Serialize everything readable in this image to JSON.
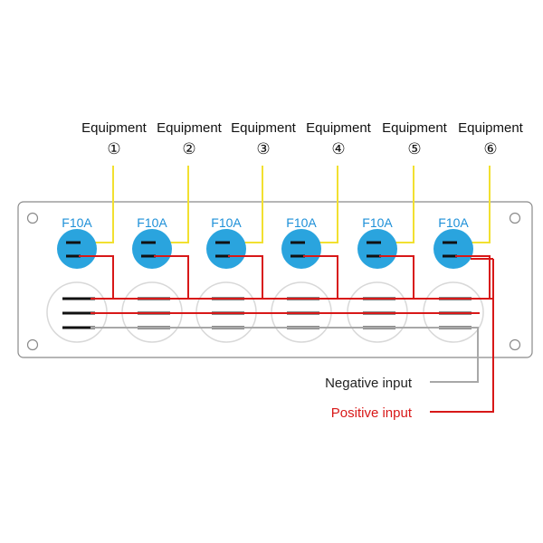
{
  "colors": {
    "panel_stroke": "#8a8a8a",
    "fuse_fill": "#2aa4de",
    "fuse_label": "#1e90d8",
    "equipment_wire": "#f2e030",
    "positive_wire": "#d81818",
    "negative_wire": "#a8a8a8",
    "pin": "#111111",
    "switch_ring": "#d8d8d8",
    "negative_text": "#222222",
    "positive_text": "#d81818"
  },
  "equipment": [
    {
      "label": "Equipment",
      "number": "①"
    },
    {
      "label": "Equipment",
      "number": "②"
    },
    {
      "label": "Equipment",
      "number": "③"
    },
    {
      "label": "Equipment",
      "number": "④"
    },
    {
      "label": "Equipment",
      "number": "⑤"
    },
    {
      "label": "Equipment",
      "number": "⑥"
    }
  ],
  "fuses": [
    {
      "label": "F10A"
    },
    {
      "label": "F10A"
    },
    {
      "label": "F10A"
    },
    {
      "label": "F10A"
    },
    {
      "label": "F10A"
    },
    {
      "label": "F10A"
    }
  ],
  "inputs": {
    "negative": "Negative input",
    "positive": "Positive input"
  }
}
